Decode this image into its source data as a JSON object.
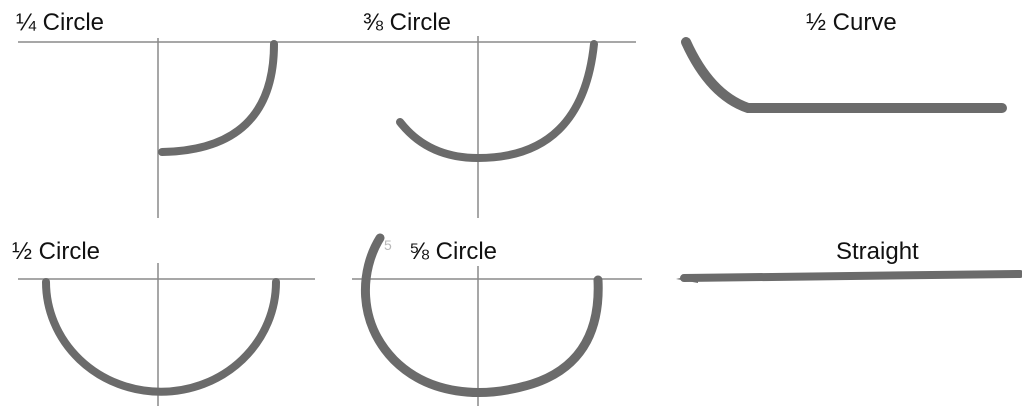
{
  "labels": {
    "quarter_circle": "¼ Circle",
    "three_eighths_circle": "⅜ Circle",
    "half_curve": "½ Curve",
    "half_circle": "½ Circle",
    "five_eighths_circle": "⅝ Circle",
    "straight": "Straight"
  },
  "artifact_text": "5",
  "colors": {
    "needle": "#6b6b6b",
    "guide_line": "#8a8a8a",
    "text": "#111111",
    "background": "#ffffff"
  }
}
